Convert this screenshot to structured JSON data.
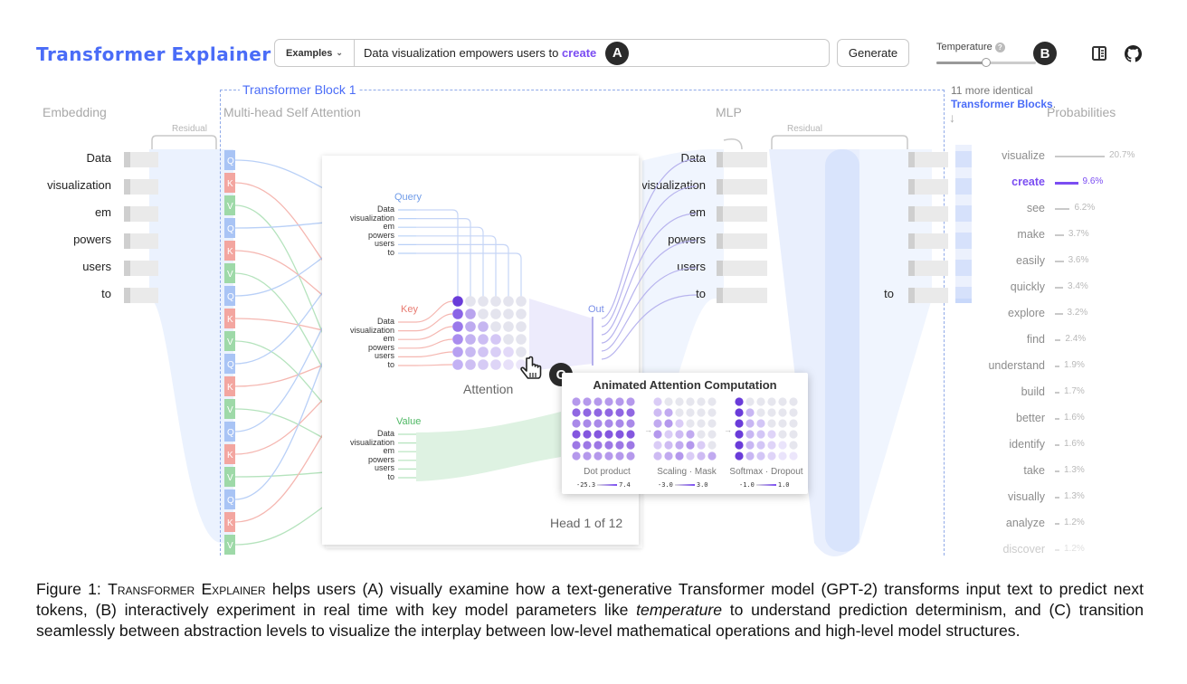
{
  "header": {
    "app_title_first": "Transformer",
    "app_title_second": "Explainer",
    "examples_label": "Examples",
    "prompt_text": "Data visualization empowers users to",
    "prompt_next": "create",
    "badge_a": "A",
    "generate_label": "Generate",
    "temperature_label": "Temperature",
    "badge_b": "B",
    "temperature_level": 0.5
  },
  "sections": {
    "embedding": "Embedding",
    "attention": "Multi-head Self Attention",
    "mlp": "MLP",
    "probabilities": "Probabilities",
    "block_title": "Transformer Block 1",
    "residual": "Residual",
    "more_blocks_line1": "11 more identical",
    "more_blocks_link": "Transformer Blocks",
    "more_blocks_period": "."
  },
  "tokens": [
    "Data",
    "visualization",
    "em",
    "powers",
    "users",
    "to"
  ],
  "qkv_letters": [
    "Q",
    "K",
    "V"
  ],
  "attention": {
    "query_label": "Query",
    "key_label": "Key",
    "value_label": "Value",
    "out_label": "Out",
    "attention_label": "Attention",
    "head_label": "Head 1 of 12",
    "badge_c": "C"
  },
  "popup": {
    "title": "Animated Attention Computation",
    "steps": [
      {
        "label": "Dot product",
        "min": "-25.3",
        "max": "7.4"
      },
      {
        "label": "Scaling · Mask",
        "min": "-3.0",
        "max": "3.0"
      },
      {
        "label": "Softmax · Dropout",
        "min": "-1.0",
        "max": "1.0"
      }
    ]
  },
  "mlp_last_token": "to",
  "probabilities": [
    {
      "word": "visualize",
      "pct": "20.7%",
      "value": 20.7
    },
    {
      "word": "create",
      "pct": "9.6%",
      "value": 9.6,
      "selected": true
    },
    {
      "word": "see",
      "pct": "6.2%",
      "value": 6.2
    },
    {
      "word": "make",
      "pct": "3.7%",
      "value": 3.7
    },
    {
      "word": "easily",
      "pct": "3.6%",
      "value": 3.6
    },
    {
      "word": "quickly",
      "pct": "3.4%",
      "value": 3.4
    },
    {
      "word": "explore",
      "pct": "3.2%",
      "value": 3.2
    },
    {
      "word": "find",
      "pct": "2.4%",
      "value": 2.4
    },
    {
      "word": "understand",
      "pct": "1.9%",
      "value": 1.9
    },
    {
      "word": "build",
      "pct": "1.7%",
      "value": 1.7
    },
    {
      "word": "better",
      "pct": "1.6%",
      "value": 1.6
    },
    {
      "word": "identify",
      "pct": "1.6%",
      "value": 1.6
    },
    {
      "word": "take",
      "pct": "1.3%",
      "value": 1.3
    },
    {
      "word": "visually",
      "pct": "1.3%",
      "value": 1.3
    },
    {
      "word": "analyze",
      "pct": "1.2%",
      "value": 1.2
    },
    {
      "word": "discover",
      "pct": "1.2%",
      "value": 1.2
    }
  ],
  "caption": {
    "prefix": "Figure 1: ",
    "name": "Transformer Explainer",
    "part1": " helps users (A) visually examine how a text-generative Transformer model (GPT-2) transforms input text to predict next tokens, (B) interactively experiment in real time with key model parameters like ",
    "emph": "temperature",
    "part2": " to understand prediction determinism, and (C) transition seamlessly between abstraction levels to visualize the interplay between low-level mathematical operations and high-level model structures."
  },
  "colors": {
    "accent": "#4a6cf7",
    "purple": "#7b4df2",
    "query": "#a9c4f5",
    "key": "#f3a6a0",
    "value": "#9ed9a8"
  }
}
